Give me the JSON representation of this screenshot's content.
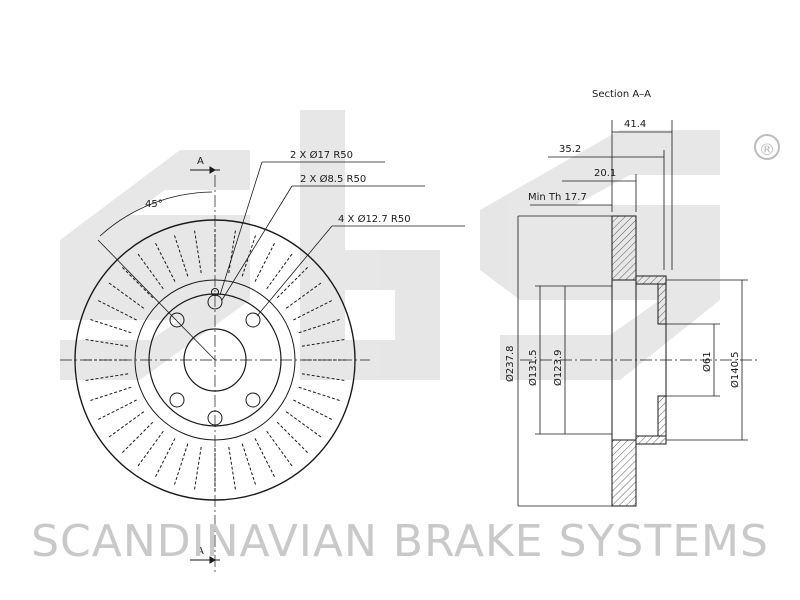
{
  "watermark": {
    "brand_text": "SCANDINAVIAN BRAKE SYSTEMS",
    "registered_mark": "®",
    "logo_name": "sbs"
  },
  "section_title": "Section A–A",
  "section_markers": {
    "top": "A",
    "bottom": "A"
  },
  "angle_label": "45°",
  "callouts": [
    {
      "text": "2 X Ø17  R50"
    },
    {
      "text": "2 X Ø8.5   R50"
    },
    {
      "text": "4 X Ø12.7   R50"
    }
  ],
  "dimensions": {
    "overall_thickness": "41.4",
    "hat_depth": "35.2",
    "disc_thickness": "20.1",
    "min_thickness": "Min Th 17.7",
    "outer_diameter": "Ø237.8",
    "inner_friction_diameter": "Ø131.5",
    "hat_diameter": "Ø123.9",
    "center_bore": "Ø61",
    "bolt_circle_area": "Ø140.5"
  },
  "colors": {
    "line": "#1a1a1a",
    "watermark": "#d0d0d0",
    "hatch": "#333333"
  }
}
